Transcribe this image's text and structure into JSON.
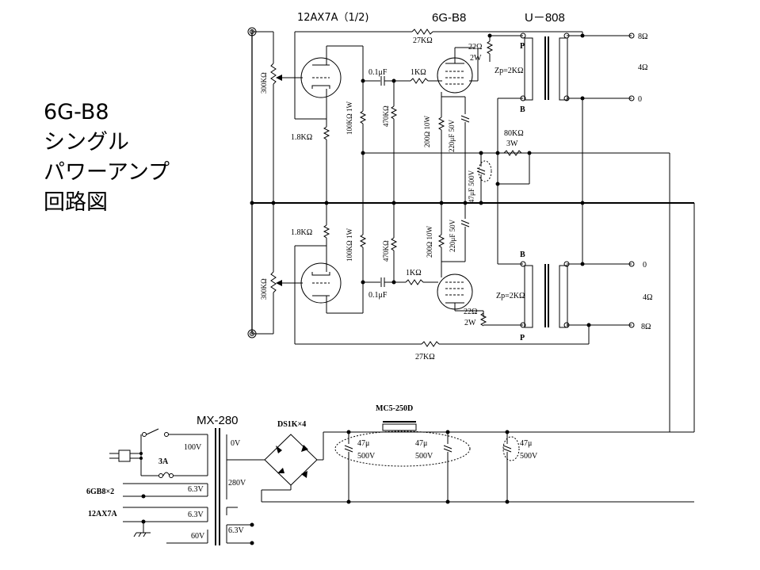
{
  "title": {
    "line1": "6G-B8",
    "line2": "シングル",
    "line3": "パワーアンプ",
    "line4": "回路図"
  },
  "tubes": {
    "pre_label": "12AX7A（1/2)",
    "power_label": "6G-B8",
    "output_transformer": "U－808"
  },
  "top": {
    "r_feedback": "27KΩ",
    "r_plate": "22Ω",
    "r_plate_w": "2W",
    "zp": "Zp=2KΩ",
    "p": "P",
    "b": "B",
    "tap8": "8Ω",
    "tap4": "4Ω",
    "tap0": "0",
    "c_coupling": "0.1μF",
    "r_grid": "1KΩ",
    "vr": "300KΩ",
    "rk": "1.8KΩ",
    "r_load": "100KΩ 1W",
    "r_leak": "470KΩ",
    "r_cathode": "200Ω 10W",
    "c_cathode": "220μF 50V",
    "r_dropping": "80KΩ",
    "r_dropping_w": "3W",
    "c_filter": "47μF 500V"
  },
  "bottom": {
    "r_feedback": "27KΩ",
    "r_plate": "22Ω",
    "r_plate_w": "2W",
    "zp": "Zp=2KΩ",
    "p": "P",
    "b": "B",
    "tap8": "8Ω",
    "tap4": "4Ω",
    "tap0": "0",
    "c_coupling": "0.1μF",
    "r_grid": "1KΩ",
    "vr": "300KΩ",
    "rk": "1.8KΩ",
    "r_load": "100KΩ 1W",
    "r_leak": "470KΩ",
    "r_cathode": "200Ω 10W",
    "c_cathode": "220μF 50V"
  },
  "power": {
    "transformer": "MX-280",
    "rectifier": "DS1K×4",
    "choke": "MC5-250D",
    "fuse": "3A",
    "primary": "100V",
    "sec_0v": "0V",
    "sec_280v": "280V",
    "heater1": "6.3V",
    "heater2": "6.3V",
    "heater3": "6.3V",
    "tap60": "60V",
    "heater_6gb8": "6GB8×2",
    "heater_12ax7": "12AX7A",
    "cap1_value": "47μ",
    "cap1_voltage": "500V",
    "cap2_value": "47μ",
    "cap2_voltage": "500V",
    "cap3_value": "47μ",
    "cap3_voltage": "500V"
  }
}
